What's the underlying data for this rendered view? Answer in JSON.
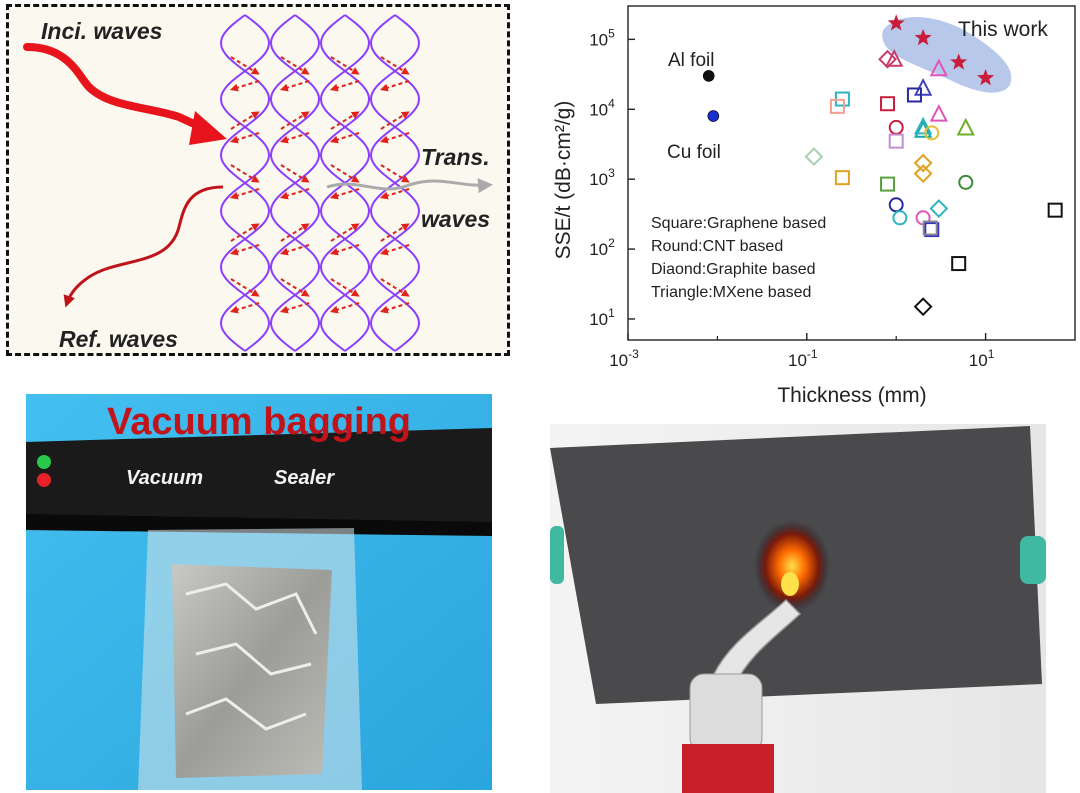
{
  "panel_a": {
    "inci_label": "Inci. waves",
    "trans_label_1": "Trans.",
    "trans_label_2": "waves",
    "ref_label": "Ref. waves",
    "colors": {
      "mesh": "#8a3dff",
      "inci": "#e8141b",
      "ref": "#c0141b",
      "trans": "#aaaaaa",
      "bounce": "#e2231a"
    }
  },
  "chart_data": {
    "type": "scatter",
    "xlabel": "Thickness (mm)",
    "ylabel": "SSE/t (dB·cm²/g)",
    "xscale": "log",
    "yscale": "log",
    "xlim": [
      0.001,
      100
    ],
    "ylim": [
      5,
      300000
    ],
    "xticks": [
      {
        "value": 0.001,
        "base": "10",
        "exp": "-3"
      },
      {
        "value": 0.1,
        "base": "10",
        "exp": "-1"
      },
      {
        "value": 10,
        "base": "10",
        "exp": "1"
      }
    ],
    "yticks": [
      {
        "value": 10,
        "base": "10",
        "exp": "1"
      },
      {
        "value": 100,
        "base": "10",
        "exp": "2"
      },
      {
        "value": 1000,
        "base": "10",
        "exp": "3"
      },
      {
        "value": 10000,
        "base": "10",
        "exp": "4"
      },
      {
        "value": 100000,
        "base": "10",
        "exp": "5"
      }
    ],
    "legend_lines": [
      "Square:Graphene based",
      "Round:CNT based",
      "Diaond:Graphite based",
      "Triangle:MXene based"
    ],
    "annotations": {
      "al_foil": "Al foil",
      "cu_foil": "Cu foil",
      "this_work": "This work"
    },
    "reference_points": [
      {
        "name": "al_foil",
        "x": 0.008,
        "y": 30000,
        "color": "#111111"
      },
      {
        "name": "cu_foil",
        "x": 0.009,
        "y": 8000,
        "color": "#1a2fd0"
      }
    ],
    "this_work": [
      {
        "x": 1.0,
        "y": 170000
      },
      {
        "x": 2.0,
        "y": 105000
      },
      {
        "x": 5.0,
        "y": 47000
      },
      {
        "x": 10.0,
        "y": 28000
      }
    ],
    "points": [
      {
        "shape": "diamond",
        "x": 0.8,
        "y": 52000,
        "color": "#c93a6e"
      },
      {
        "shape": "triangle",
        "x": 0.95,
        "y": 52000,
        "color": "#c93a6e"
      },
      {
        "shape": "triangle",
        "x": 3.0,
        "y": 38000,
        "color": "#e055b8"
      },
      {
        "shape": "triangle",
        "x": 2.0,
        "y": 20000,
        "color": "#4040c0"
      },
      {
        "shape": "square",
        "x": 1.6,
        "y": 16000,
        "color": "#2a2aa0"
      },
      {
        "shape": "square",
        "x": 0.8,
        "y": 12000,
        "color": "#c81e3c"
      },
      {
        "shape": "square",
        "x": 0.25,
        "y": 14000,
        "color": "#2bb5c0"
      },
      {
        "shape": "square",
        "x": 0.22,
        "y": 11000,
        "color": "#f0a090"
      },
      {
        "shape": "triangle",
        "x": 3.0,
        "y": 8500,
        "color": "#e055b8"
      },
      {
        "shape": "triangle",
        "x": 6.0,
        "y": 5400,
        "color": "#6fae2a"
      },
      {
        "shape": "triangle",
        "x": 2.0,
        "y": 5000,
        "color": "#17a8a8"
      },
      {
        "shape": "triangle",
        "x": 2.0,
        "y": 5600,
        "color": "#2bb5c0"
      },
      {
        "shape": "circle",
        "x": 1.0,
        "y": 5500,
        "color": "#c81e3c"
      },
      {
        "shape": "circle",
        "x": 2.5,
        "y": 4600,
        "color": "#e0c030"
      },
      {
        "shape": "square",
        "x": 1.0,
        "y": 3500,
        "color": "#c090d0"
      },
      {
        "shape": "diamond",
        "x": 0.12,
        "y": 2100,
        "color": "#a8cfb0"
      },
      {
        "shape": "diamond",
        "x": 2.0,
        "y": 1700,
        "color": "#e0a020"
      },
      {
        "shape": "diamond",
        "x": 2.0,
        "y": 1200,
        "color": "#e0a020"
      },
      {
        "shape": "square",
        "x": 0.25,
        "y": 1050,
        "color": "#e0a020"
      },
      {
        "shape": "square",
        "x": 0.8,
        "y": 850,
        "color": "#5aa040"
      },
      {
        "shape": "circle",
        "x": 6.0,
        "y": 900,
        "color": "#3c8a3c"
      },
      {
        "shape": "circle",
        "x": 1.0,
        "y": 430,
        "color": "#2a2aa0"
      },
      {
        "shape": "circle",
        "x": 1.1,
        "y": 280,
        "color": "#2bb5c0"
      },
      {
        "shape": "circle",
        "x": 2.0,
        "y": 280,
        "color": "#e055b8"
      },
      {
        "shape": "diamond",
        "x": 3.0,
        "y": 380,
        "color": "#2bb5c0"
      },
      {
        "shape": "square",
        "x": 2.5,
        "y": 190,
        "color": "#3333cc"
      },
      {
        "shape": "square",
        "x": 2.4,
        "y": 200,
        "color": "#888888"
      },
      {
        "shape": "square",
        "x": 60.0,
        "y": 360,
        "color": "#111111"
      },
      {
        "shape": "square",
        "x": 5.0,
        "y": 62,
        "color": "#111111"
      },
      {
        "shape": "diamond",
        "x": 2.0,
        "y": 15,
        "color": "#111111"
      }
    ]
  },
  "panel_c": {
    "title": "Vacuum bagging",
    "brand_left": "Vacuum",
    "brand_right": "Sealer",
    "colors": {
      "title": "#c0141b",
      "background": "#35b6e6",
      "machine": "#1a1a1a"
    }
  },
  "panel_d": {
    "colors": {
      "board": "#4a4a4c",
      "flame": "#ff6a00"
    }
  }
}
